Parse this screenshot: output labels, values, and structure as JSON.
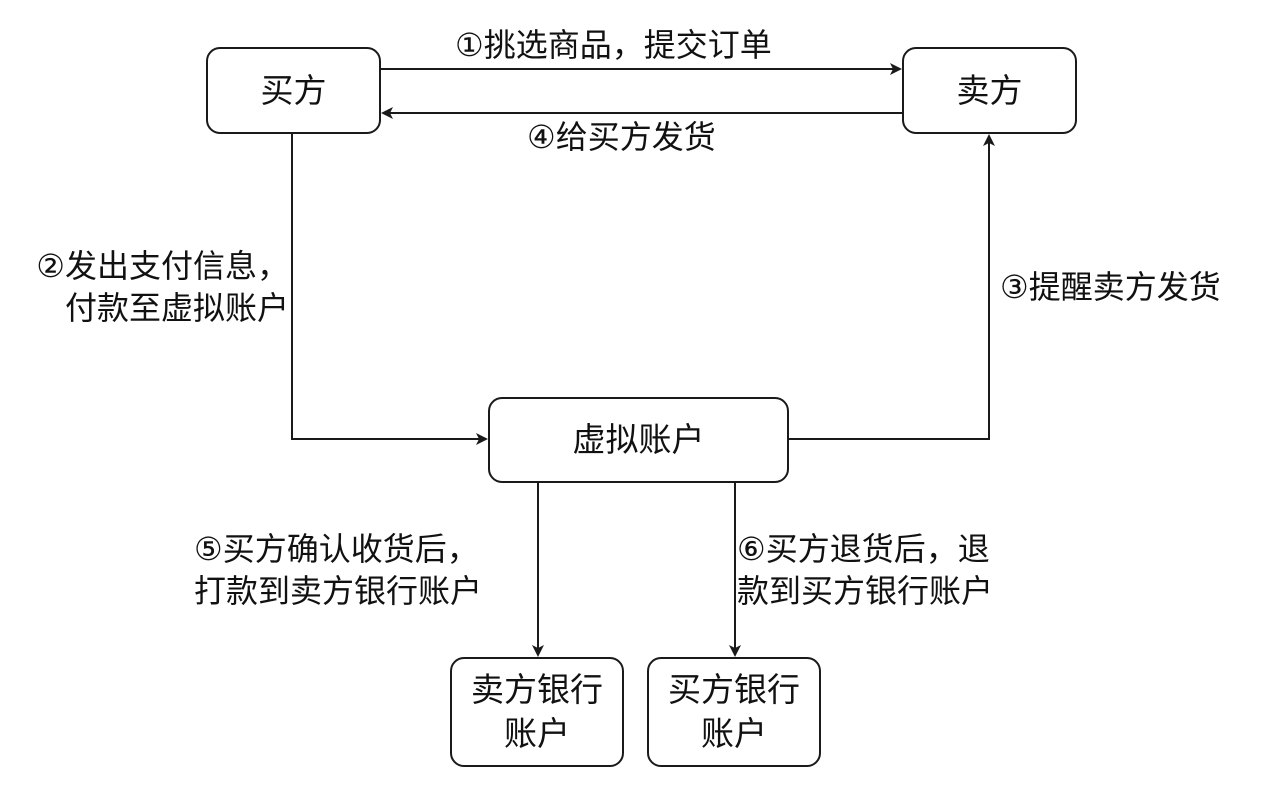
{
  "nodes": {
    "buyer": "买方",
    "seller": "卖方",
    "virtual_account": "虚拟账户",
    "seller_bank": "卖方银行\n账户",
    "seller_bank_line1": "卖方银行",
    "seller_bank_line2": "账户",
    "buyer_bank_line1": "买方银行",
    "buyer_bank_line2": "账户"
  },
  "edges": {
    "step1": "①挑选商品，提交订单",
    "step2_line1": "②发出支付信息，",
    "step2_line2": "付款至虚拟账户",
    "step3": "③提醒卖方发货",
    "step4": "④给买方发货",
    "step5_line1": "⑤买方确认收货后，",
    "step5_line2": "打款到卖方银行账户",
    "step6_line1": "⑥买方退货后，退",
    "step6_line2": "款到买方银行账户"
  },
  "colors": {
    "stroke": "#1a1a1a",
    "background": "#ffffff"
  }
}
